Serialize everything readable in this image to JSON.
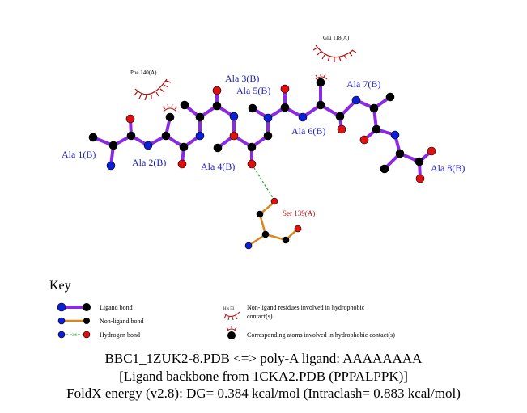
{
  "ligand_residues": [
    "Ala 1(B)",
    "Ala 2(B)",
    "Ala 3(B)",
    "Ala 4(B)",
    "Ala 5(B)",
    "Ala 6(B)",
    "Ala 7(B)",
    "Ala 8(B)"
  ],
  "hydrophobic_residues": [
    "Phe 140(A)",
    "Glu 118(A)"
  ],
  "hbond_residue": "Ser 139(A)",
  "key": {
    "title": "Key",
    "ligand_bond": "Ligand bond",
    "non_ligand_bond": "Non-ligand bond",
    "hydrogen_bond": "Hydrogen bond",
    "hbond_dist": "3.0",
    "hydrophobic_sample": "His 53",
    "hydrophobic_line1": "Non-ligand residues involved in hydrophobic",
    "hydrophobic_line2": "contact(s)",
    "corresponding_atoms": "Corresponding atoms involved in hydrophobic contact(s)"
  },
  "caption": {
    "line1": "BBC1_1ZUK2-8.PDB <=> poly-A ligand: AAAAAAAA",
    "line2": "[Ligand backbone from 1CKA2.PDB (PPPALPPK)]",
    "line3": "FoldX energy (v2.8): DG= 0.384 kcal/mol (Intraclash= 0.883 kcal/mol)"
  },
  "colors": {
    "ligand_bond": "#8a2be2",
    "non_ligand_bond": "#d4881e",
    "hbond": "#2e9b2e",
    "carbon": "#000000",
    "nitrogen": "#0a1fd6",
    "oxygen": "#e01010",
    "hydrophobic_arc": "#b01010"
  }
}
